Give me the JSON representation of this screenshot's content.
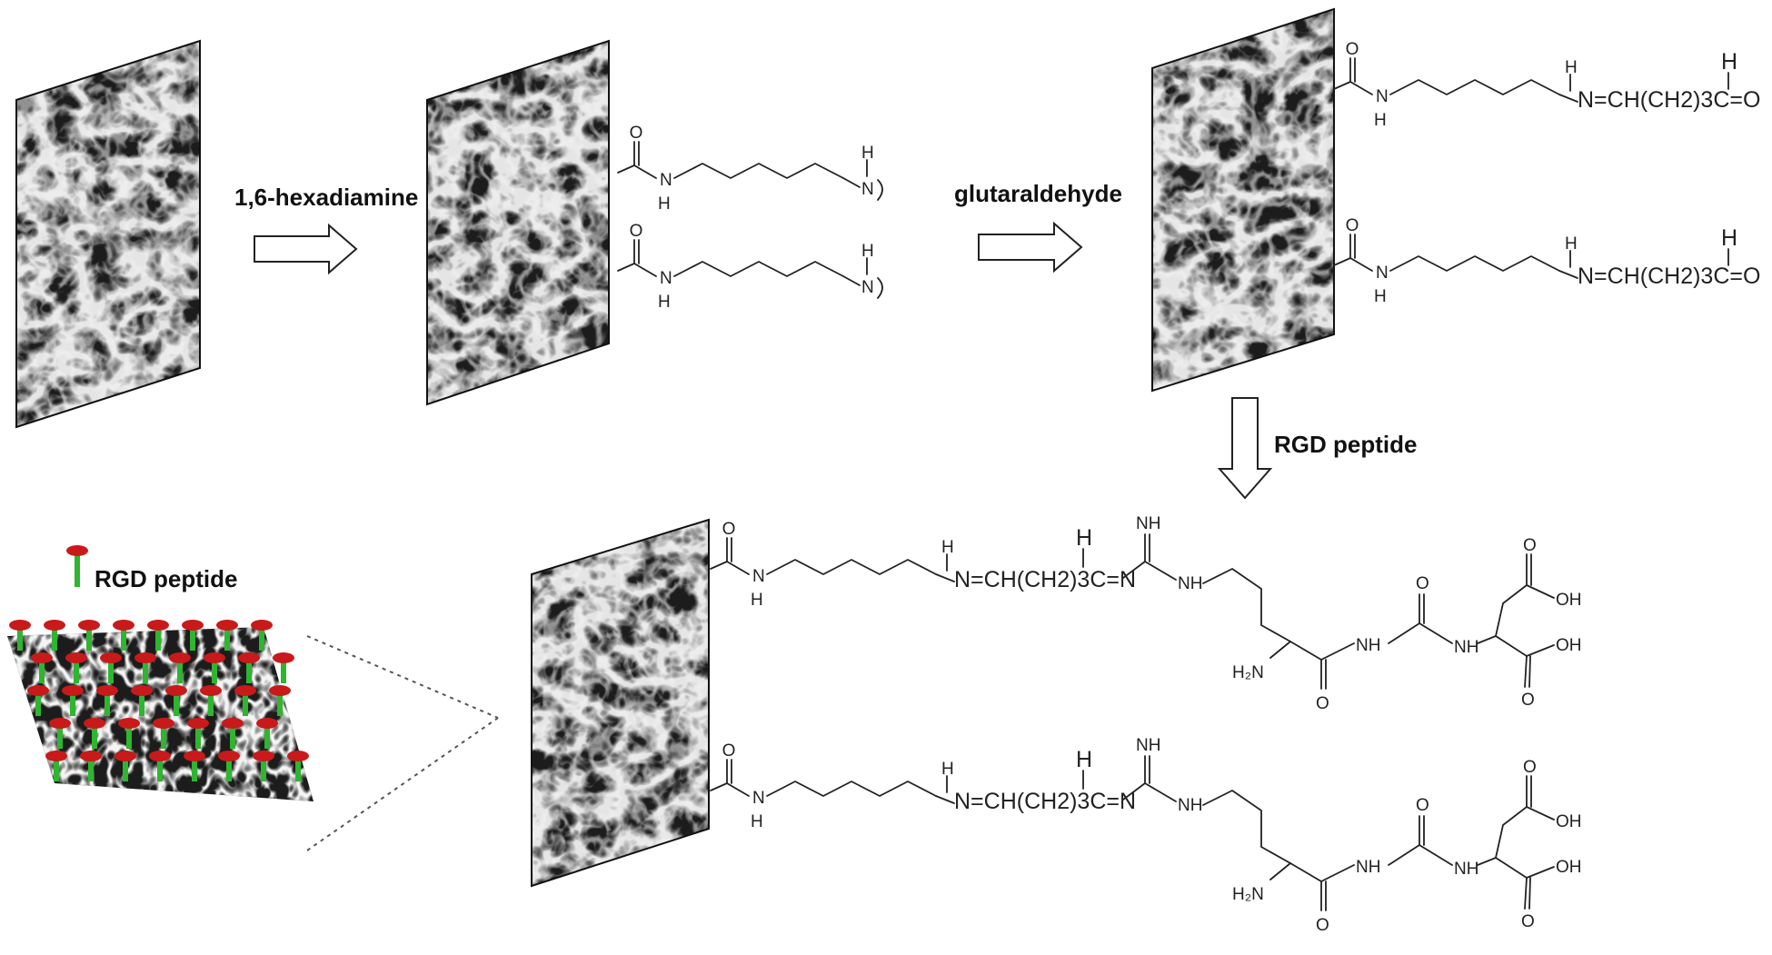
{
  "steps": {
    "step1_label": "1,6-hexadiamine",
    "step2_label": "glutaraldehyde",
    "step3_label": "RGD peptide",
    "legend_label": "RGD peptide"
  },
  "atoms": {
    "O": "O",
    "N": "N",
    "H": "H",
    "NH": "NH",
    "OH": "OH",
    "H2N": "H₂N"
  },
  "formulas": {
    "aldehyde_tail": "N=CH(CH2)3C=O",
    "imine_chain": "N=CH(CH2)3C=N"
  },
  "colors": {
    "peptide_head": "#c81a1a",
    "peptide_stem": "#2fb52f",
    "mesh_dark": "#1c1c1c",
    "mesh_fiber": "#cfcfcf"
  }
}
